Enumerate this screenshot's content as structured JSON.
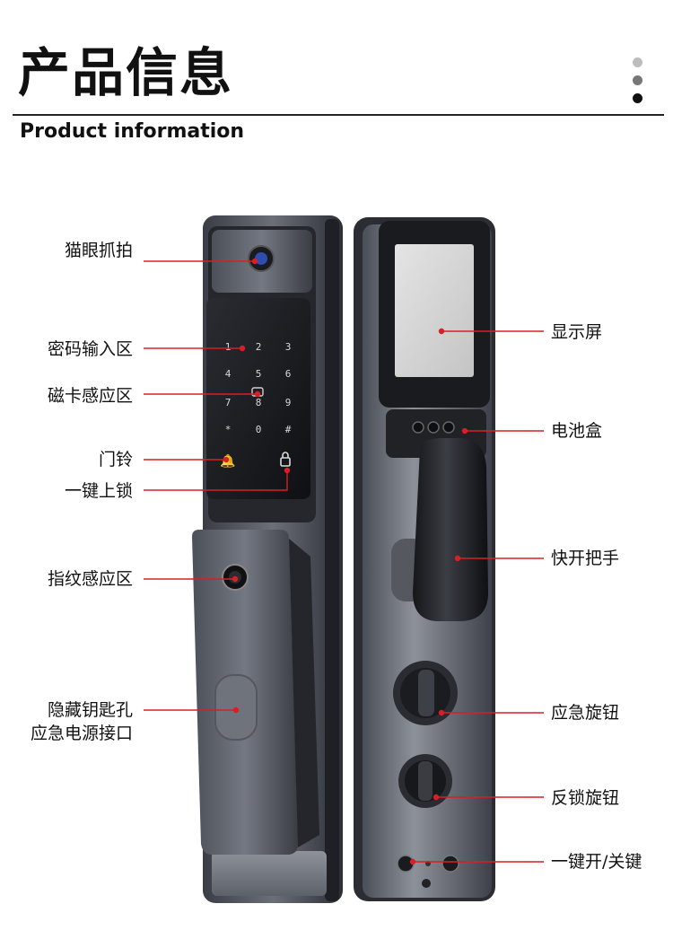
{
  "header": {
    "title": "产品信息",
    "subtitle": "Product information"
  },
  "colors": {
    "accent": "#d81f26",
    "dot_light": "#bdbdbd",
    "dot_mid": "#777777",
    "dot_dark": "#111111"
  },
  "keypad": [
    "1",
    "2",
    "3",
    "4",
    "5",
    "6",
    "7",
    "8",
    "9",
    "*",
    "0",
    "#"
  ],
  "labels_left": {
    "peephole": "猫眼抓拍",
    "password": "密码输入区",
    "card": "磁卡感应区",
    "doorbell": "门铃",
    "lock_one_key": "一键上锁",
    "fingerprint": "指纹感应区",
    "keyhole_line1": "隐藏钥匙孔",
    "keyhole_line2": "应急电源接口"
  },
  "labels_right": {
    "screen": "显示屏",
    "battery": "电池盒",
    "handle": "快开把手",
    "emergency_knob": "应急旋钮",
    "deadlock_knob": "反锁旋钮",
    "onoff_key": "一键开/关键"
  }
}
